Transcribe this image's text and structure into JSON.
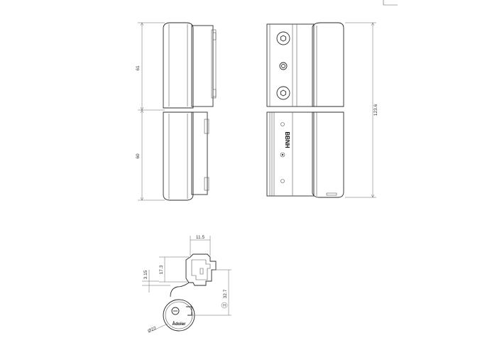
{
  "front_view": {
    "dim_upper": "61",
    "dim_lower": "60"
  },
  "side_view": {
    "dim_total": "123.6",
    "brand_text": "BBNH"
  },
  "top_view": {
    "dim_width": "11.5",
    "dim_height": "17.3",
    "dim_offset": "3.15",
    "dim_depth": "32.7",
    "dim_diameter": "Ø22",
    "circled_mark": "H",
    "logo_text": "Ådoler"
  }
}
